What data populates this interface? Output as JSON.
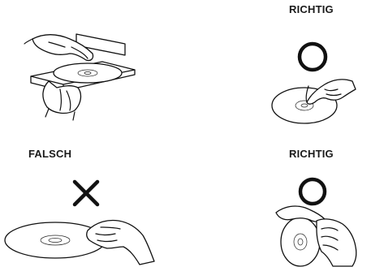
{
  "labels": {
    "top_right": "RICHTIG",
    "bottom_left": "FALSCH",
    "bottom_right": "RICHTIG"
  },
  "marks": {
    "correct_symbol": "circle-mark",
    "wrong_symbol": "cross-mark"
  },
  "colors": {
    "ink": "#111111",
    "background": "#ffffff"
  }
}
